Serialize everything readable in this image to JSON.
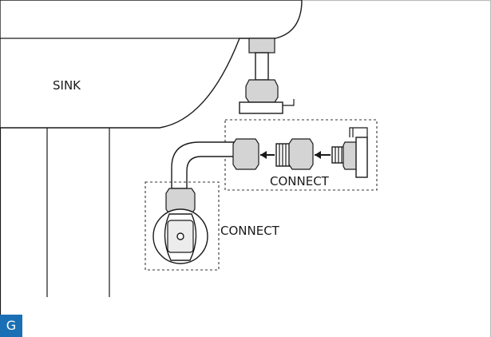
{
  "labels": {
    "sink": "SINK",
    "connect_top": "CONNECT",
    "connect_valve": "CONNECT"
  },
  "badge": {
    "letter": "G",
    "color": "#1b6fb4"
  }
}
